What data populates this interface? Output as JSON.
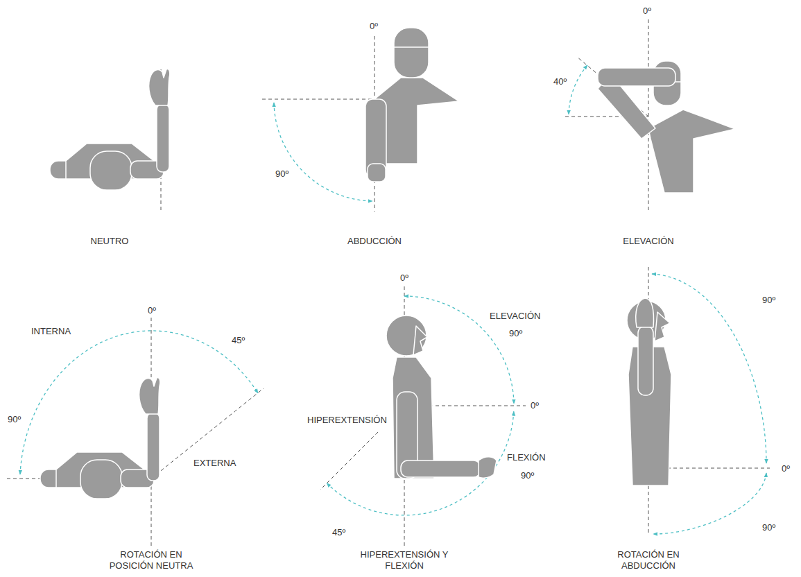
{
  "diagram": {
    "labels": [
      "NEUTRO",
      "0º",
      "90º",
      "ABDUCCIÓN",
      "0º",
      "40º",
      "ELEVACIÓN",
      "0º",
      "INTERNA",
      "45º",
      "90º",
      "EXTERNA",
      "ROTACIÓN EN POSICIÓN NEUTRA",
      "0º",
      "ELEVACIÓN",
      "90º",
      "0º",
      "HIPEREXTENSIÓN",
      "FLEXIÓN",
      "90º",
      "45º",
      "HIPEREXTENSIÓN Y FLEXIÓN",
      "90º",
      "0º",
      "90º",
      "ROTACIÓN EN ABDUCCIÓN"
    ]
  }
}
